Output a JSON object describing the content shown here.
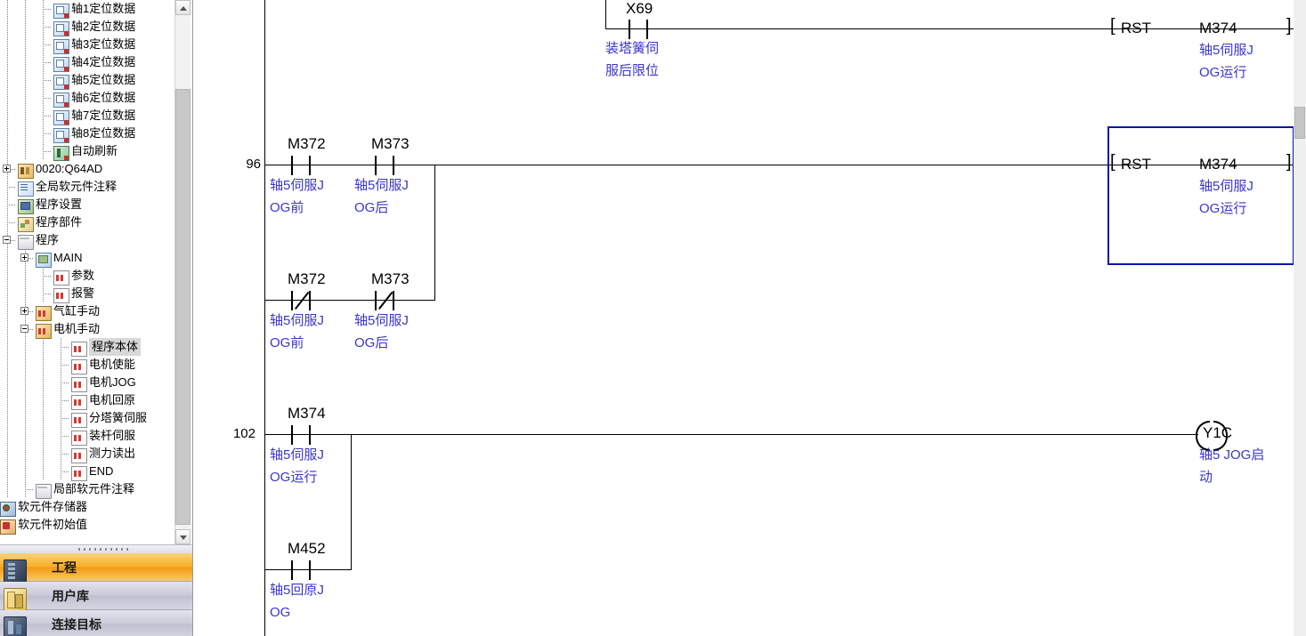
{
  "sidebar": {
    "tree": [
      {
        "label": "轴1定位数据",
        "icon": "positioning-data-icon",
        "indent": 3,
        "expander": null,
        "selected": false
      },
      {
        "label": "轴2定位数据",
        "icon": "positioning-data-icon",
        "indent": 3,
        "expander": null,
        "selected": false
      },
      {
        "label": "轴3定位数据",
        "icon": "positioning-data-icon",
        "indent": 3,
        "expander": null,
        "selected": false
      },
      {
        "label": "轴4定位数据",
        "icon": "positioning-data-icon",
        "indent": 3,
        "expander": null,
        "selected": false
      },
      {
        "label": "轴5定位数据",
        "icon": "positioning-data-icon",
        "indent": 3,
        "expander": null,
        "selected": false
      },
      {
        "label": "轴6定位数据",
        "icon": "positioning-data-icon",
        "indent": 3,
        "expander": null,
        "selected": false
      },
      {
        "label": "轴7定位数据",
        "icon": "positioning-data-icon",
        "indent": 3,
        "expander": null,
        "selected": false
      },
      {
        "label": "轴8定位数据",
        "icon": "positioning-data-icon",
        "indent": 3,
        "expander": null,
        "selected": false
      },
      {
        "label": "自动刷新",
        "icon": "auto-refresh-icon",
        "indent": 3,
        "expander": null,
        "selected": false
      },
      {
        "label": "0020:Q64AD",
        "icon": "module-icon",
        "indent": 1,
        "expander": "plus",
        "selected": false
      },
      {
        "label": "全局软元件注释",
        "icon": "global-device-comment-icon",
        "indent": 1,
        "expander": null,
        "selected": false
      },
      {
        "label": "程序设置",
        "icon": "program-setting-icon",
        "indent": 1,
        "expander": null,
        "selected": false
      },
      {
        "label": "程序部件",
        "icon": "program-part-icon",
        "indent": 1,
        "expander": null,
        "selected": false
      },
      {
        "label": "程序",
        "icon": "folder-icon",
        "indent": 1,
        "expander": "minus",
        "selected": false
      },
      {
        "label": "MAIN",
        "icon": "main-program-icon",
        "indent": 2,
        "expander": "plus",
        "selected": false
      },
      {
        "label": "参数",
        "icon": "program-icon",
        "indent": 3,
        "expander": null,
        "selected": false
      },
      {
        "label": "报警",
        "icon": "program-icon",
        "indent": 3,
        "expander": null,
        "selected": false
      },
      {
        "label": "气缸手动",
        "icon": "program-folder-icon",
        "indent": 2,
        "expander": "plus",
        "selected": false
      },
      {
        "label": "电机手动",
        "icon": "program-folder-icon",
        "indent": 2,
        "expander": "minus",
        "selected": false
      },
      {
        "label": "程序本体",
        "icon": "program-icon",
        "indent": 4,
        "expander": null,
        "selected": true
      },
      {
        "label": "电机使能",
        "icon": "program-icon",
        "indent": 4,
        "expander": null,
        "selected": false
      },
      {
        "label": "电机JOG",
        "icon": "program-icon",
        "indent": 4,
        "expander": null,
        "selected": false
      },
      {
        "label": "电机回原",
        "icon": "program-icon",
        "indent": 4,
        "expander": null,
        "selected": false
      },
      {
        "label": "分塔簧伺服",
        "icon": "program-icon",
        "indent": 4,
        "expander": null,
        "selected": false
      },
      {
        "label": "装杆伺服",
        "icon": "program-icon",
        "indent": 4,
        "expander": null,
        "selected": false
      },
      {
        "label": "测力读出",
        "icon": "program-icon",
        "indent": 4,
        "expander": null,
        "selected": false
      },
      {
        "label": "END",
        "icon": "program-icon",
        "indent": 4,
        "expander": null,
        "selected": false
      },
      {
        "label": "局部软元件注释",
        "icon": "local-device-comment-icon",
        "indent": 2,
        "expander": null,
        "selected": false
      },
      {
        "label": "软元件存储器",
        "icon": "device-memory-icon",
        "indent": 0,
        "expander": null,
        "selected": false
      },
      {
        "label": "软元件初始值",
        "icon": "device-initial-value-icon",
        "indent": 0,
        "expander": null,
        "selected": false
      }
    ],
    "nav_tabs": [
      {
        "label": "工程",
        "icon": "project-icon",
        "active": true
      },
      {
        "label": "用户库",
        "icon": "user-library-icon",
        "active": false
      },
      {
        "label": "连接目标",
        "icon": "connection-target-icon",
        "active": false
      }
    ]
  },
  "ladder": {
    "accent_selection_color": "#0b17a8",
    "comment_color": "#3a36c8",
    "rungs": [
      {
        "step": "",
        "contacts": [
          {
            "device": "X69",
            "type": "NO",
            "comment": "装塔簧伺服\n后限位"
          }
        ],
        "instruction": {
          "mnemonic": "RST",
          "operand": "M374",
          "comment": "轴5伺服J\nOG运行",
          "selected": false
        }
      },
      {
        "step": "96",
        "contacts": [
          {
            "device": "M372",
            "type": "NO",
            "comment": "轴5伺服J\nOG前"
          },
          {
            "device": "M373",
            "type": "NO",
            "comment": "轴5伺服J\nOG后"
          },
          {
            "device": "M372",
            "type": "NC",
            "comment": "轴5伺服J\nOG前"
          },
          {
            "device": "M373",
            "type": "NC",
            "comment": "轴5伺服J\nOG后"
          }
        ],
        "instruction": {
          "mnemonic": "RST",
          "operand": "M374",
          "comment": "轴5伺服J\nOG运行",
          "selected": true
        }
      },
      {
        "step": "102",
        "contacts": [
          {
            "device": "M374",
            "type": "NO",
            "comment": "轴5伺服J\nOG运行"
          },
          {
            "device": "M452",
            "type": "NO",
            "comment": "轴5回原J\nOG"
          }
        ],
        "coil": {
          "device": "Y1C",
          "comment": "轴5 JOG启\n动"
        }
      }
    ],
    "labels": {
      "x69": "X69",
      "x69_comment_l1": "装塔簧伺",
      "x69_comment_l2": "服后限位",
      "rst1_mnemonic": "RST",
      "rst1_operand": "M374",
      "rst1_c1": "轴5伺服J",
      "rst1_c2": "OG运行",
      "step96": "96",
      "m372a": "M372",
      "m372a_c1": "轴5伺服J",
      "m372a_c2": "OG前",
      "m373a": "M373",
      "m373a_c1": "轴5伺服J",
      "m373a_c2": "OG后",
      "m372b": "M372",
      "m372b_c1": "轴5伺服J",
      "m372b_c2": "OG前",
      "m373b": "M373",
      "m373b_c1": "轴5伺服J",
      "m373b_c2": "OG后",
      "rst2_mnemonic": "RST",
      "rst2_operand": "M374",
      "rst2_c1": "轴5伺服J",
      "rst2_c2": "OG运行",
      "step102": "102",
      "m374": "M374",
      "m374_c1": "轴5伺服J",
      "m374_c2": "OG运行",
      "m452": "M452",
      "m452_c1": "轴5回原J",
      "m452_c2": "OG",
      "y1c": "Y1C",
      "y1c_c1": "轴5 JOG启",
      "y1c_c2": "动"
    }
  }
}
